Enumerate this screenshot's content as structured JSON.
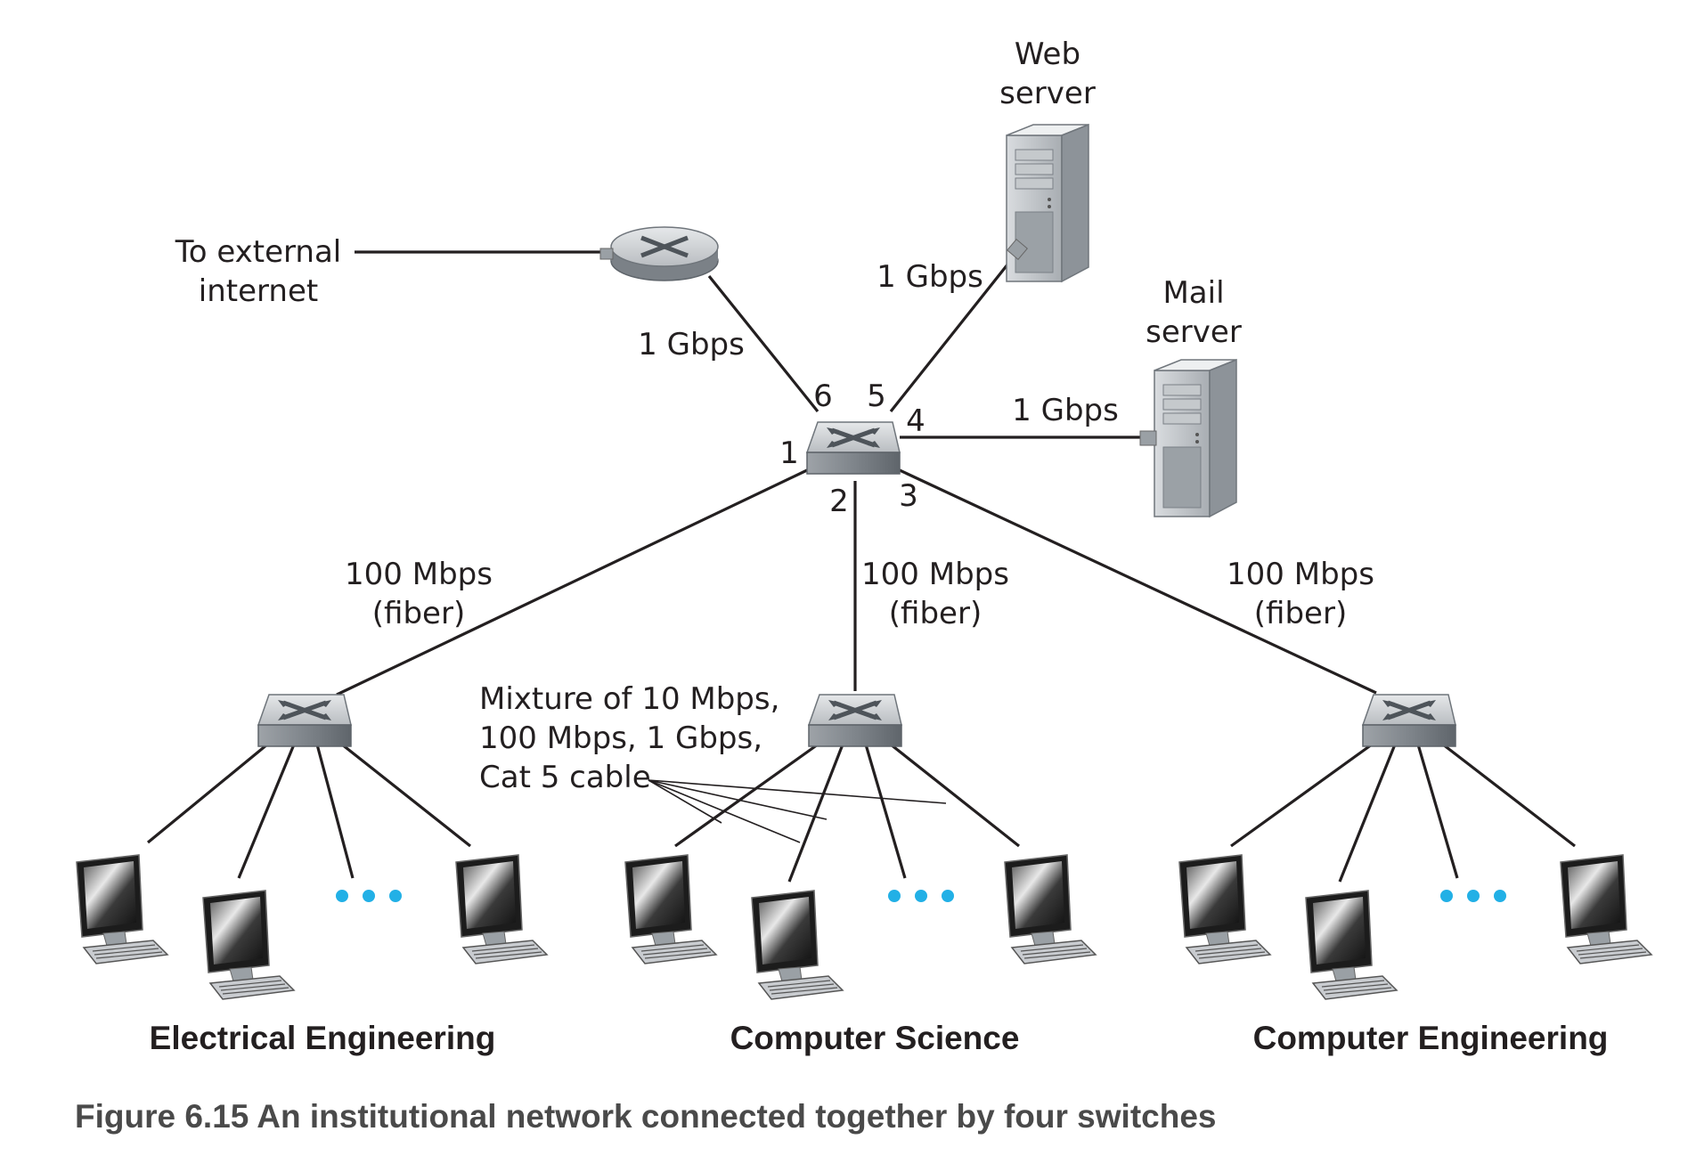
{
  "labels": {
    "web_server": [
      "Web",
      "server"
    ],
    "mail_server": [
      "Mail",
      "server"
    ],
    "external": [
      "To external",
      "internet"
    ],
    "speed_router": "1 Gbps",
    "speed_web": "1 Gbps",
    "speed_mail": "1 Gbps",
    "speed_ee": [
      "100 Mbps",
      "(fiber)"
    ],
    "speed_cs": [
      "100 Mbps",
      "(fiber)"
    ],
    "speed_ce": [
      "100 Mbps",
      "(fiber)"
    ],
    "mixture": [
      "Mixture of 10 Mbps,",
      "100 Mbps, 1 Gbps,",
      "Cat 5 cable"
    ]
  },
  "ports": [
    "1",
    "2",
    "3",
    "4",
    "5",
    "6"
  ],
  "departments": [
    "Electrical Engineering",
    "Computer Science",
    "Computer Engineering"
  ],
  "caption": "Figure 6.15 An institutional network connected together by four switches",
  "colors": {
    "ellipsis": "#22b0e6",
    "line": "#231f20",
    "device": "#9da2a6"
  },
  "icons": [
    "router-icon",
    "switch-icon",
    "server-icon",
    "computer-icon"
  ]
}
